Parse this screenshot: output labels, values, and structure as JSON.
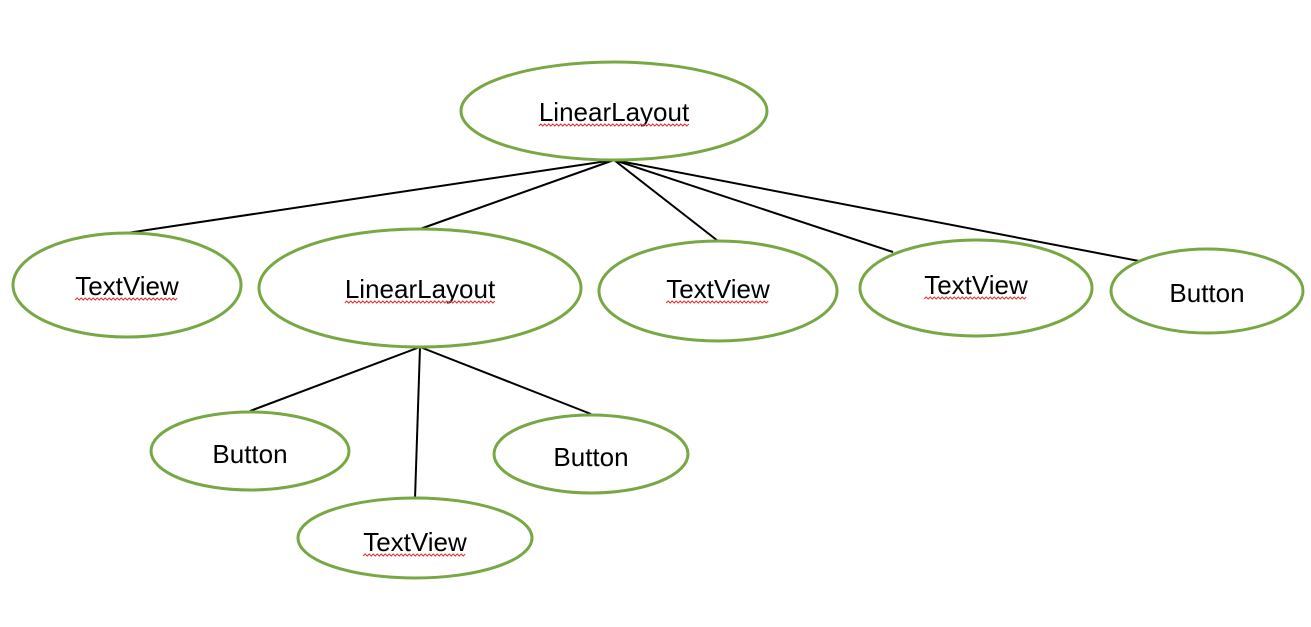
{
  "diagram": {
    "node_outline_color": "#77a844",
    "spellcheck_underline_color": "#e03030",
    "nodes": [
      {
        "id": "root",
        "label": "LinearLayout",
        "spellcheck_flag": true
      },
      {
        "id": "tv1",
        "label": "TextView",
        "spellcheck_flag": true
      },
      {
        "id": "ll2",
        "label": "LinearLayout",
        "spellcheck_flag": true
      },
      {
        "id": "tv2",
        "label": "TextView",
        "spellcheck_flag": true
      },
      {
        "id": "tv3",
        "label": "TextView",
        "spellcheck_flag": true
      },
      {
        "id": "btn1",
        "label": "Button",
        "spellcheck_flag": false
      },
      {
        "id": "btn2",
        "label": "Button",
        "spellcheck_flag": false
      },
      {
        "id": "btn3",
        "label": "Button",
        "spellcheck_flag": false
      },
      {
        "id": "tv4",
        "label": "TextView",
        "spellcheck_flag": true
      }
    ],
    "edges": [
      {
        "from": "root",
        "to": "tv1"
      },
      {
        "from": "root",
        "to": "ll2"
      },
      {
        "from": "root",
        "to": "tv2"
      },
      {
        "from": "root",
        "to": "tv3"
      },
      {
        "from": "root",
        "to": "btn1"
      },
      {
        "from": "ll2",
        "to": "btn2"
      },
      {
        "from": "ll2",
        "to": "tv4"
      },
      {
        "from": "ll2",
        "to": "btn3"
      }
    ]
  }
}
